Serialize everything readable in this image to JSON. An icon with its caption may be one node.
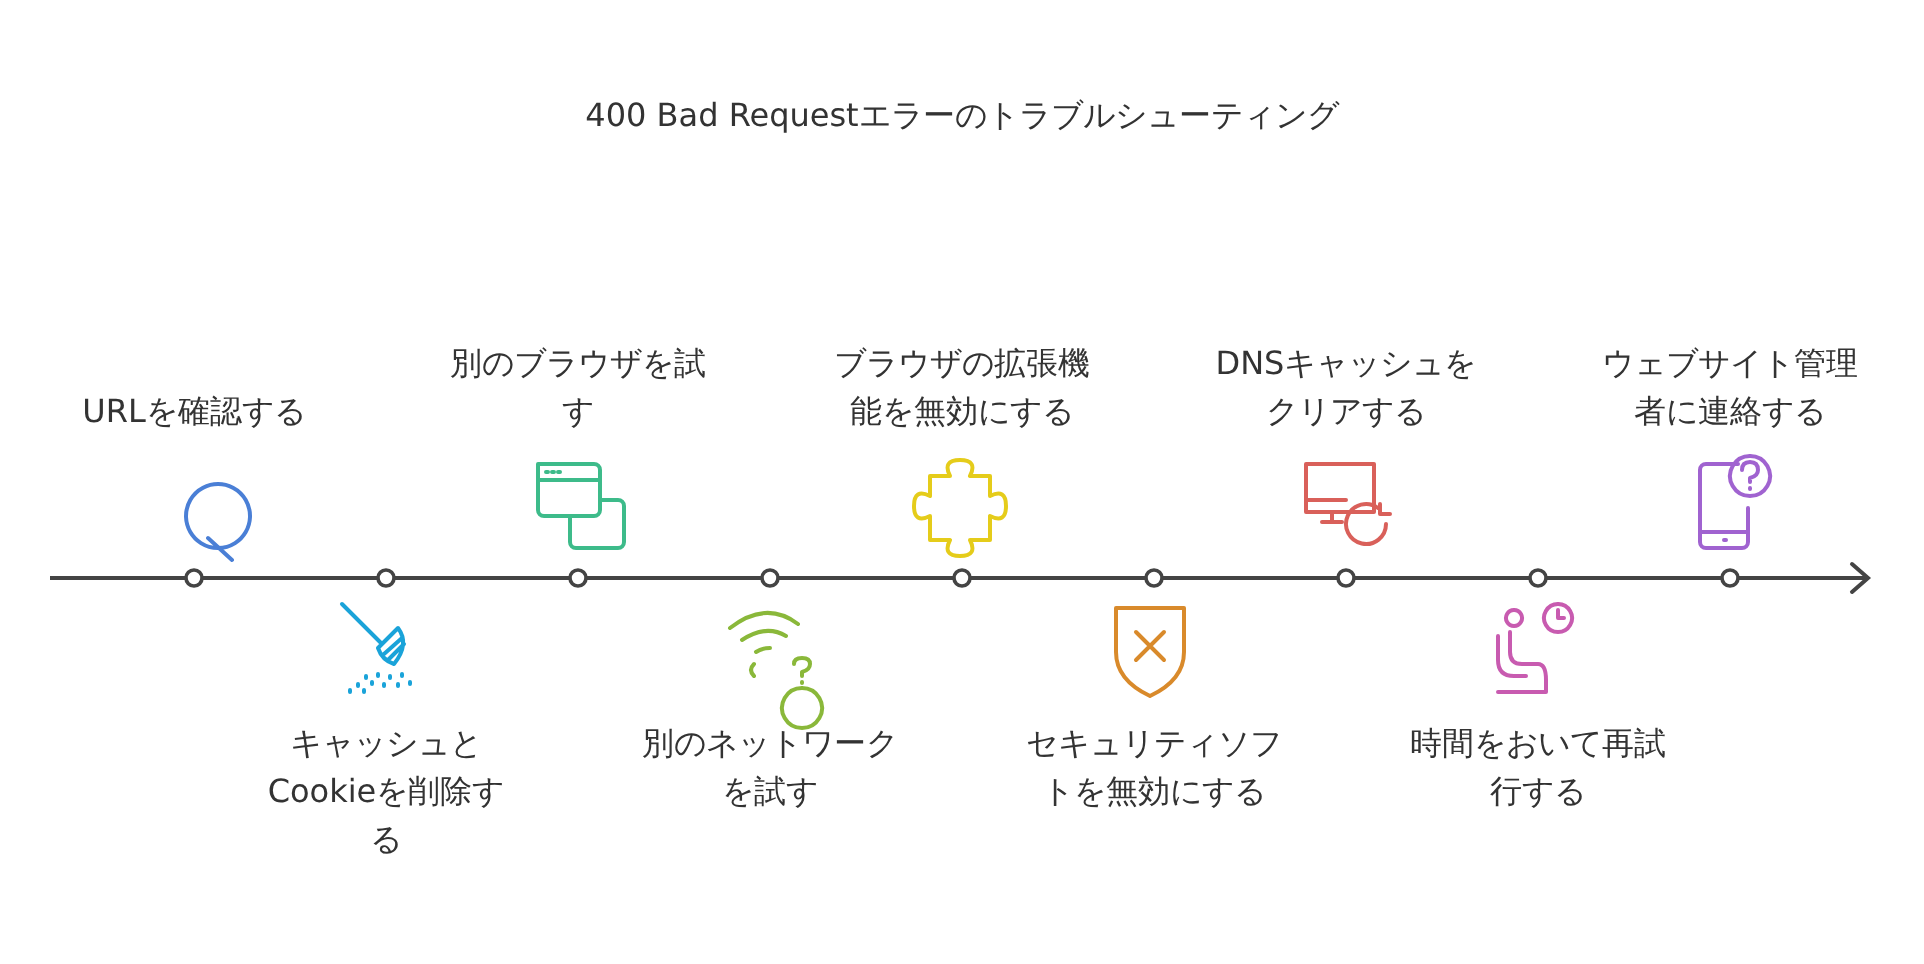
{
  "diagram": {
    "title": "400 Bad Requestエラーのトラブルシューティング",
    "nodes": [
      {
        "text": [
          "URLを確認する"
        ]
      },
      {
        "text": [
          "キャッシュとCookieを削除する"
        ]
      },
      {
        "text": [
          "別のブラウザを試す"
        ]
      },
      {
        "text": [
          "別のネットワークを試す"
        ]
      },
      {
        "text": [
          "ブラウザの拡張機能を無効にする"
        ]
      },
      {
        "text": [
          "セキュリティソフトを無効にする"
        ]
      },
      {
        "text": [
          "DNSキャッシュをクリアする"
        ]
      },
      {
        "text": [
          "時間をおいて再試行する"
        ]
      },
      {
        "text": [
          "ウェブサイト管理者に連絡する"
        ]
      }
    ]
  }
}
